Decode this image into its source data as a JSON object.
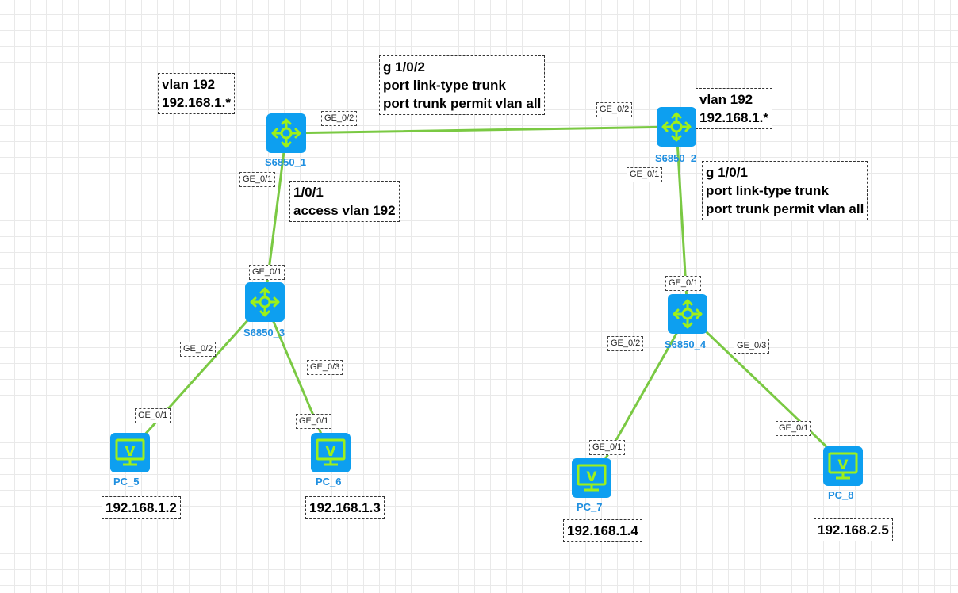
{
  "nodes": {
    "s1": {
      "label": "S6850_1",
      "icon": "switch-icon"
    },
    "s2": {
      "label": "S6850_2",
      "icon": "switch-icon"
    },
    "s3": {
      "label": "S6850_3",
      "icon": "switch-icon"
    },
    "s4": {
      "label": "S6850_4",
      "icon": "switch-icon"
    },
    "pc5": {
      "label": "PC_5",
      "icon": "pc-monitor-icon",
      "glyph": "V"
    },
    "pc6": {
      "label": "PC_6",
      "icon": "pc-monitor-icon",
      "glyph": "V"
    },
    "pc7": {
      "label": "PC_7",
      "icon": "pc-monitor-icon",
      "glyph": "V"
    },
    "pc8": {
      "label": "PC_8",
      "icon": "pc-monitor-icon",
      "glyph": "V"
    }
  },
  "ports": {
    "s1_to_s2": "GE_0/2",
    "s2_to_s1": "GE_0/2",
    "s1_to_s3": "GE_0/1",
    "s3_to_s1": "GE_0/1",
    "s2_to_s4": "GE_0/1",
    "s4_to_s2": "GE_0/1",
    "s3_to_pc5": "GE_0/2",
    "pc5_to_s3": "GE_0/1",
    "s3_to_pc6": "GE_0/3",
    "pc6_to_s3": "GE_0/1",
    "s4_to_pc7": "GE_0/2",
    "pc7_to_s4": "GE_0/1",
    "s4_to_pc8": "GE_0/3",
    "pc8_to_s4": "GE_0/1"
  },
  "notes": {
    "s1_vlan": [
      "vlan 192",
      "192.168.1.*"
    ],
    "trunk_s1": [
      "g 1/0/2",
      "port link-type trunk",
      "port trunk permit vlan all"
    ],
    "s2_vlan": [
      "vlan 192",
      "192.168.1.*"
    ],
    "trunk_s2": [
      "g 1/0/1",
      "port link-type trunk",
      "port trunk permit vlan all"
    ],
    "access_s1": [
      "1/0/1",
      "access vlan 192"
    ],
    "pc5_ip": "192.168.1.2",
    "pc6_ip": "192.168.1.3",
    "pc7_ip": "192.168.1.4",
    "pc8_ip": "192.168.2.5"
  },
  "colors": {
    "device": "#0d9ff0",
    "device_glyph": "#9ef01a",
    "link": "#7ac943",
    "label": "#1f8fe0"
  }
}
